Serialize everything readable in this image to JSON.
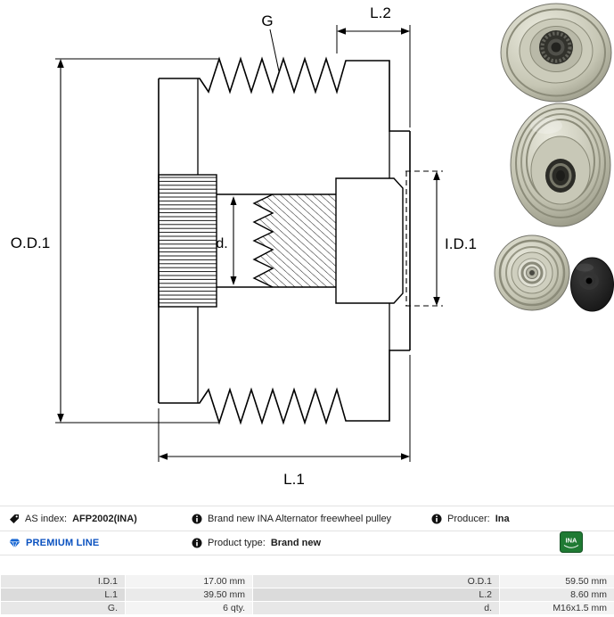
{
  "drawing": {
    "labels": {
      "od1": "O.D.1",
      "id1": "I.D.1",
      "l1": "L.1",
      "l2": "L.2",
      "g": "G",
      "d": "d."
    }
  },
  "info": {
    "as_index_label": "AS index:",
    "as_index_value": "AFP2002(INA)",
    "description": "Brand new INA Alternator freewheel pulley",
    "producer_label": "Producer:",
    "producer_value": "Ina",
    "premium_line": "PREMIUM LINE",
    "product_type_label": "Product type:",
    "product_type_value": "Brand new",
    "brand_logo_text": "INA"
  },
  "specs": {
    "rows": [
      {
        "label1": "I.D.1",
        "value1": "17.00 mm",
        "label2": "O.D.1",
        "value2": "59.50 mm"
      },
      {
        "label1": "L.1",
        "value1": "39.50 mm",
        "label2": "L.2",
        "value2": "8.60 mm"
      },
      {
        "label1": "G.",
        "value1": "6 qty.",
        "label2": "d.",
        "value2": "M16x1.5 mm"
      }
    ]
  },
  "colors": {
    "premium_blue": "#0b52c0",
    "ina_green": "#1f7a33",
    "table_label_bg": "#e7e7e7",
    "table_value_bg": "#f4f4f4"
  }
}
